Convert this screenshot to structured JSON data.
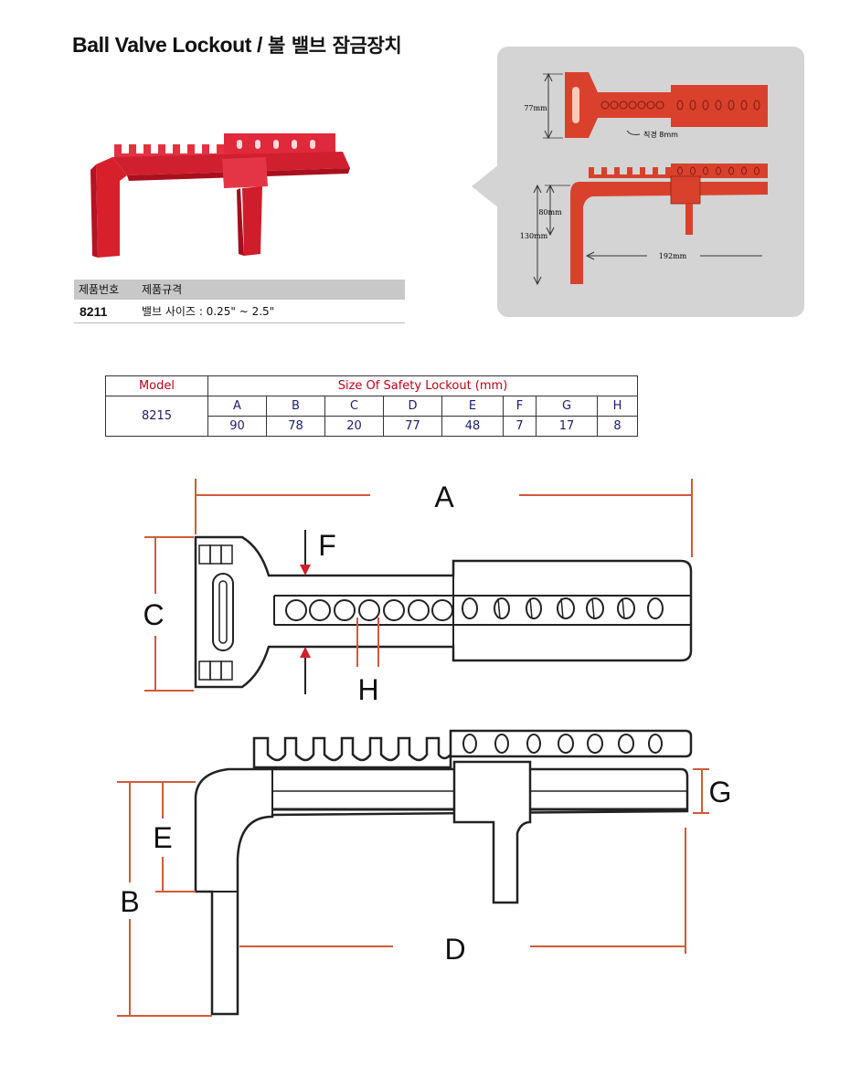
{
  "header": {
    "title_en": "Ball Valve Lockout /",
    "title_ko": "볼 밸브 잠금장치"
  },
  "spec": {
    "col_code": "제품번호",
    "col_spec": "제품규격",
    "code": "8211",
    "spec_text": "밸브 사이즈 : 0.25\" ~ 2.5\""
  },
  "thumb": {
    "dim_77": "77mm",
    "dia_label": "직경 8mm",
    "dim_80": "80mm",
    "dim_130": "130mm",
    "dim_192": "192mm"
  },
  "table": {
    "model_header": "Model",
    "size_header": "Size Of Safety Lockout (mm)",
    "model": "8215",
    "columns": [
      "A",
      "B",
      "C",
      "D",
      "E",
      "F",
      "G",
      "H"
    ],
    "values": [
      "90",
      "78",
      "20",
      "77",
      "48",
      "7",
      "17",
      "8"
    ]
  },
  "diagram": {
    "A": "A",
    "B": "B",
    "C": "C",
    "D": "D",
    "E": "E",
    "F": "F",
    "G": "G",
    "H": "H"
  },
  "colors": {
    "product_red": "#d8202c",
    "thumb_red": "#d9412c",
    "dim_line": "#d25a3a",
    "table_red": "#c0001a",
    "table_navy": "#1c1c6e",
    "panel_gray": "#d4d4d4"
  }
}
